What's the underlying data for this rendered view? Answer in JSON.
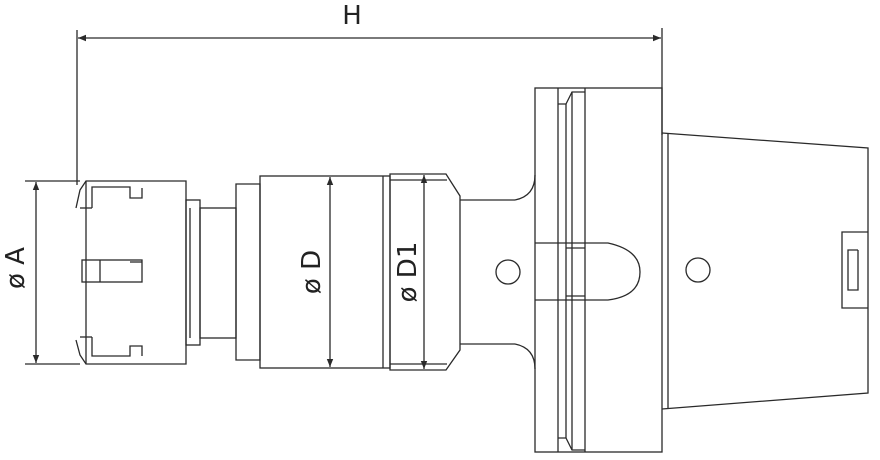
{
  "labels": {
    "H": "H",
    "A": "ø A",
    "D": "ø D",
    "D1": "ø D1"
  },
  "colors": {
    "line": "#2a2a2a",
    "background": "#ffffff"
  }
}
